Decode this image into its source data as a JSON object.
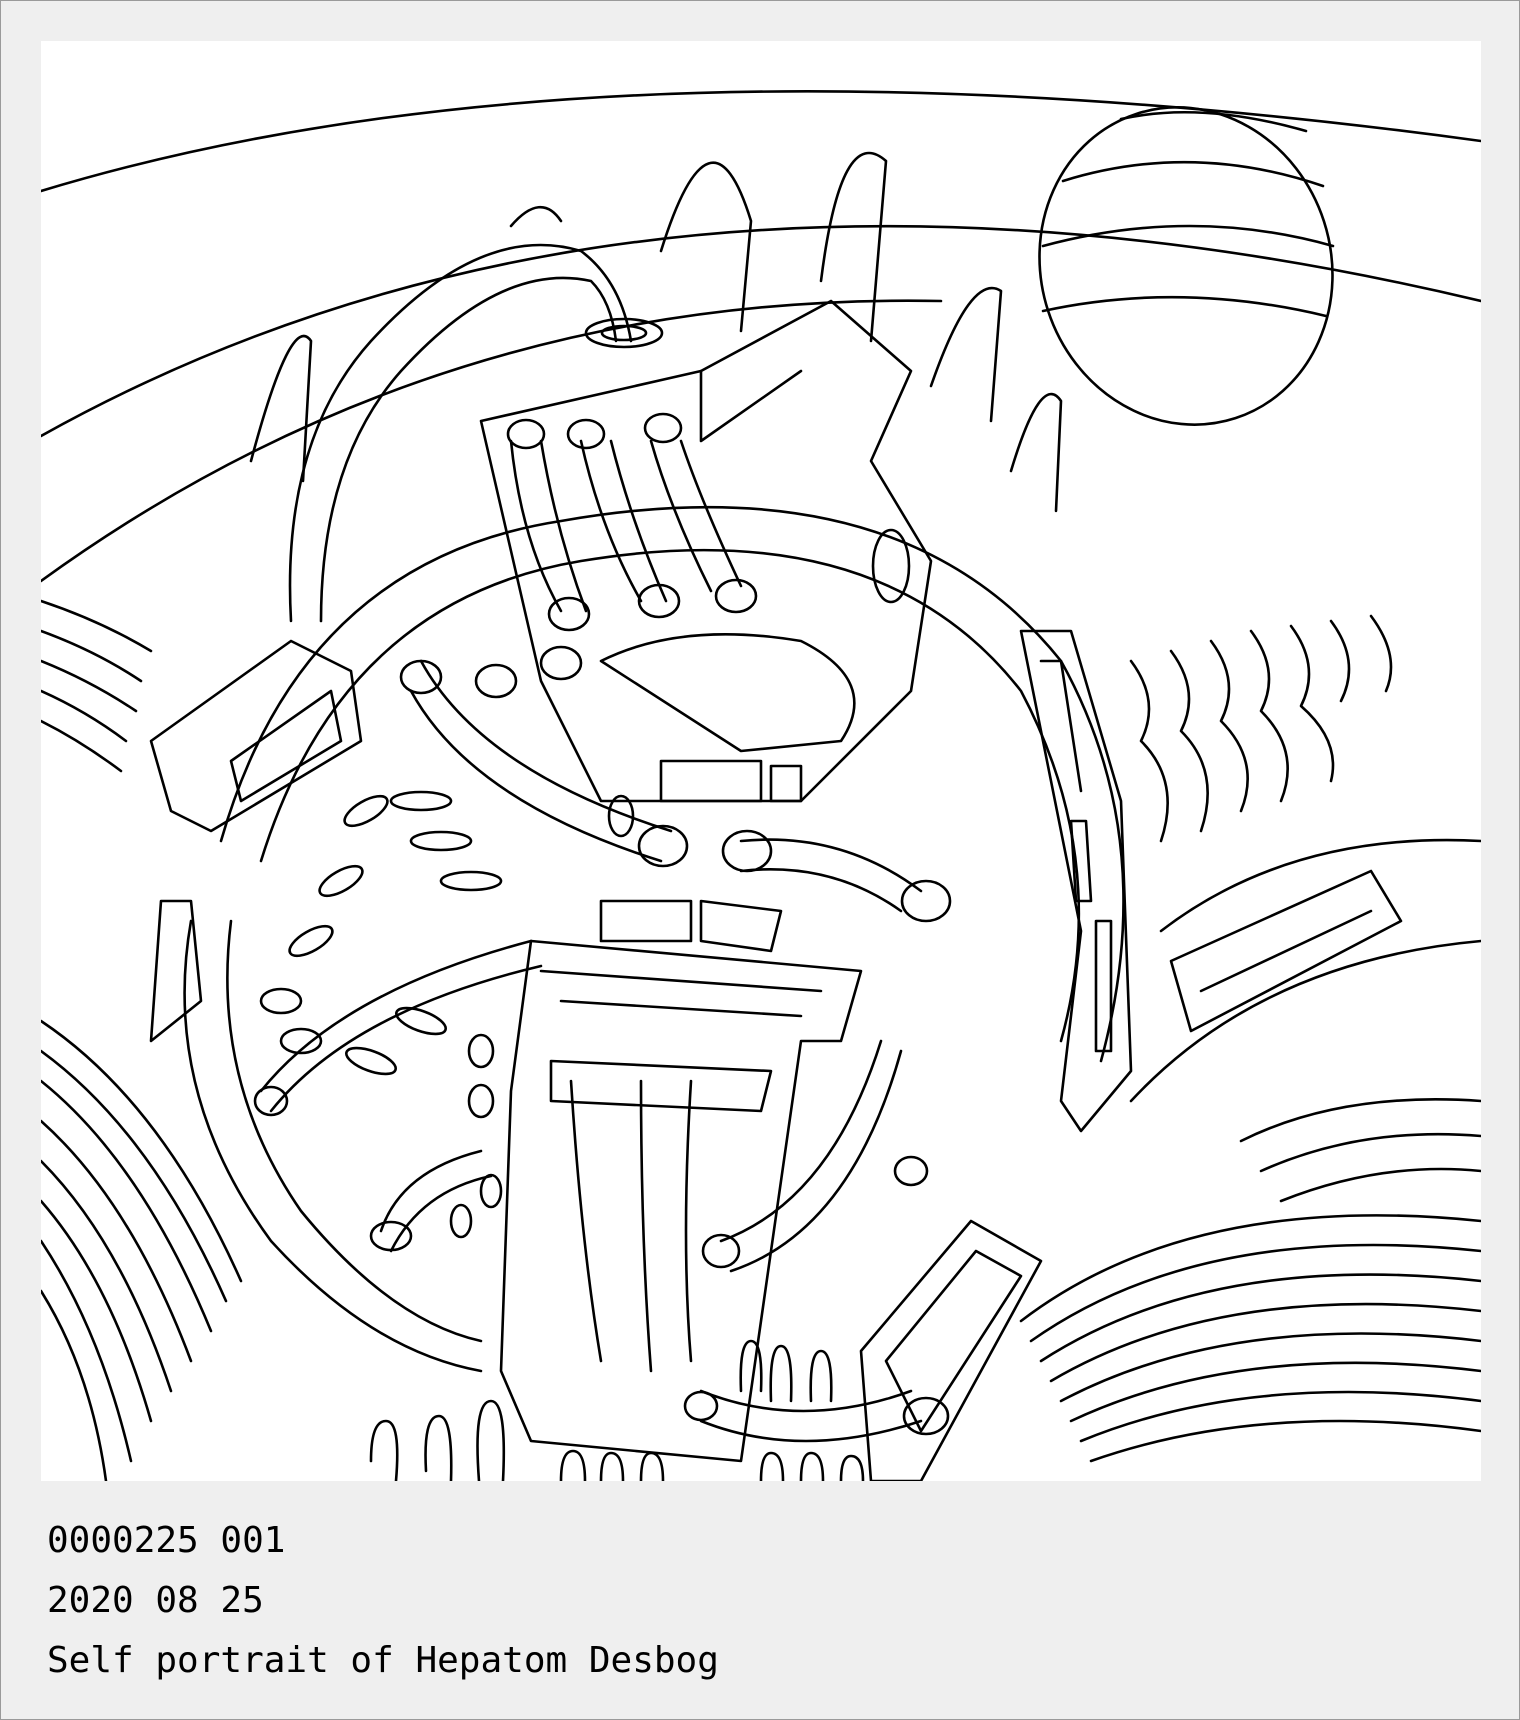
{
  "caption": {
    "id_line": "0000225 001",
    "date_line": "2020 08 25",
    "title_line": "Self portrait of Hepatom Desbog"
  },
  "artwork": {
    "style": "black line-art coloring page",
    "stroke_color": "#000000",
    "fill_color": "#ffffff"
  }
}
